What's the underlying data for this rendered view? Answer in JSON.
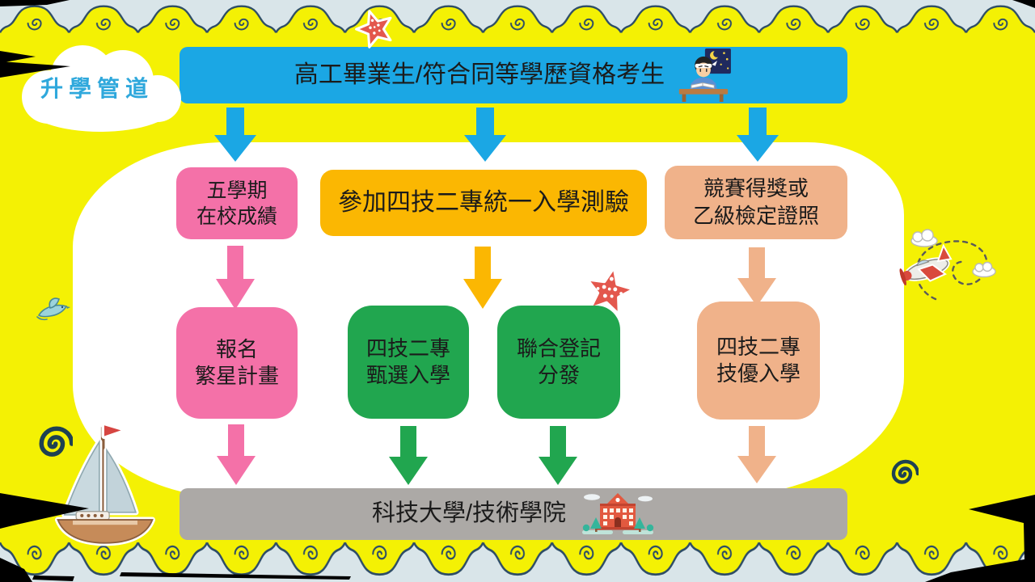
{
  "slide": {
    "cloud_label": "升學管道",
    "source_banner": {
      "label": "高工畢業生/符合同等學歷資格考生",
      "icon": "studying-student-icon"
    },
    "row1": [
      {
        "line1": "五學期",
        "line2": "在校成績"
      },
      {
        "line1": "參加四技二專統一入學測驗"
      },
      {
        "line1": "競賽得獎或",
        "line2": "乙級檢定證照"
      }
    ],
    "row2": [
      {
        "line1": "報名",
        "line2": "繁星計畫"
      },
      {
        "line1": "四技二專",
        "line2": "甄選入學"
      },
      {
        "line1": "聯合登記",
        "line2": "分發"
      },
      {
        "line1": "四技二專",
        "line2": "技優入學"
      }
    ],
    "destination_banner": {
      "label": "科技大學/技術學院",
      "icon": "school-building-icon"
    },
    "colors": {
      "background": "#F4F104",
      "banner_blue": "#1BA7E4",
      "pink": "#F471A8",
      "orange": "#FBB702",
      "peach": "#F0B28A",
      "green": "#21A64F",
      "gray_banner": "#ACA9A6",
      "cloud_text": "#2FA8DC",
      "wave_strip": "#D9E5E9",
      "wave_outline": "#2E4D66",
      "deco_spiral": "#1E4152",
      "text": "#1B1B1B"
    },
    "decorations": [
      "wave-border-top",
      "wave-border-bottom",
      "white-blob",
      "cloud",
      "starfish-icon-top",
      "starfish-icon-middle",
      "airplane-icon",
      "bird-icon",
      "sailboat-icon",
      "spiral-icon-left",
      "spiral-icon-right",
      "photo-edge-artifacts"
    ]
  }
}
